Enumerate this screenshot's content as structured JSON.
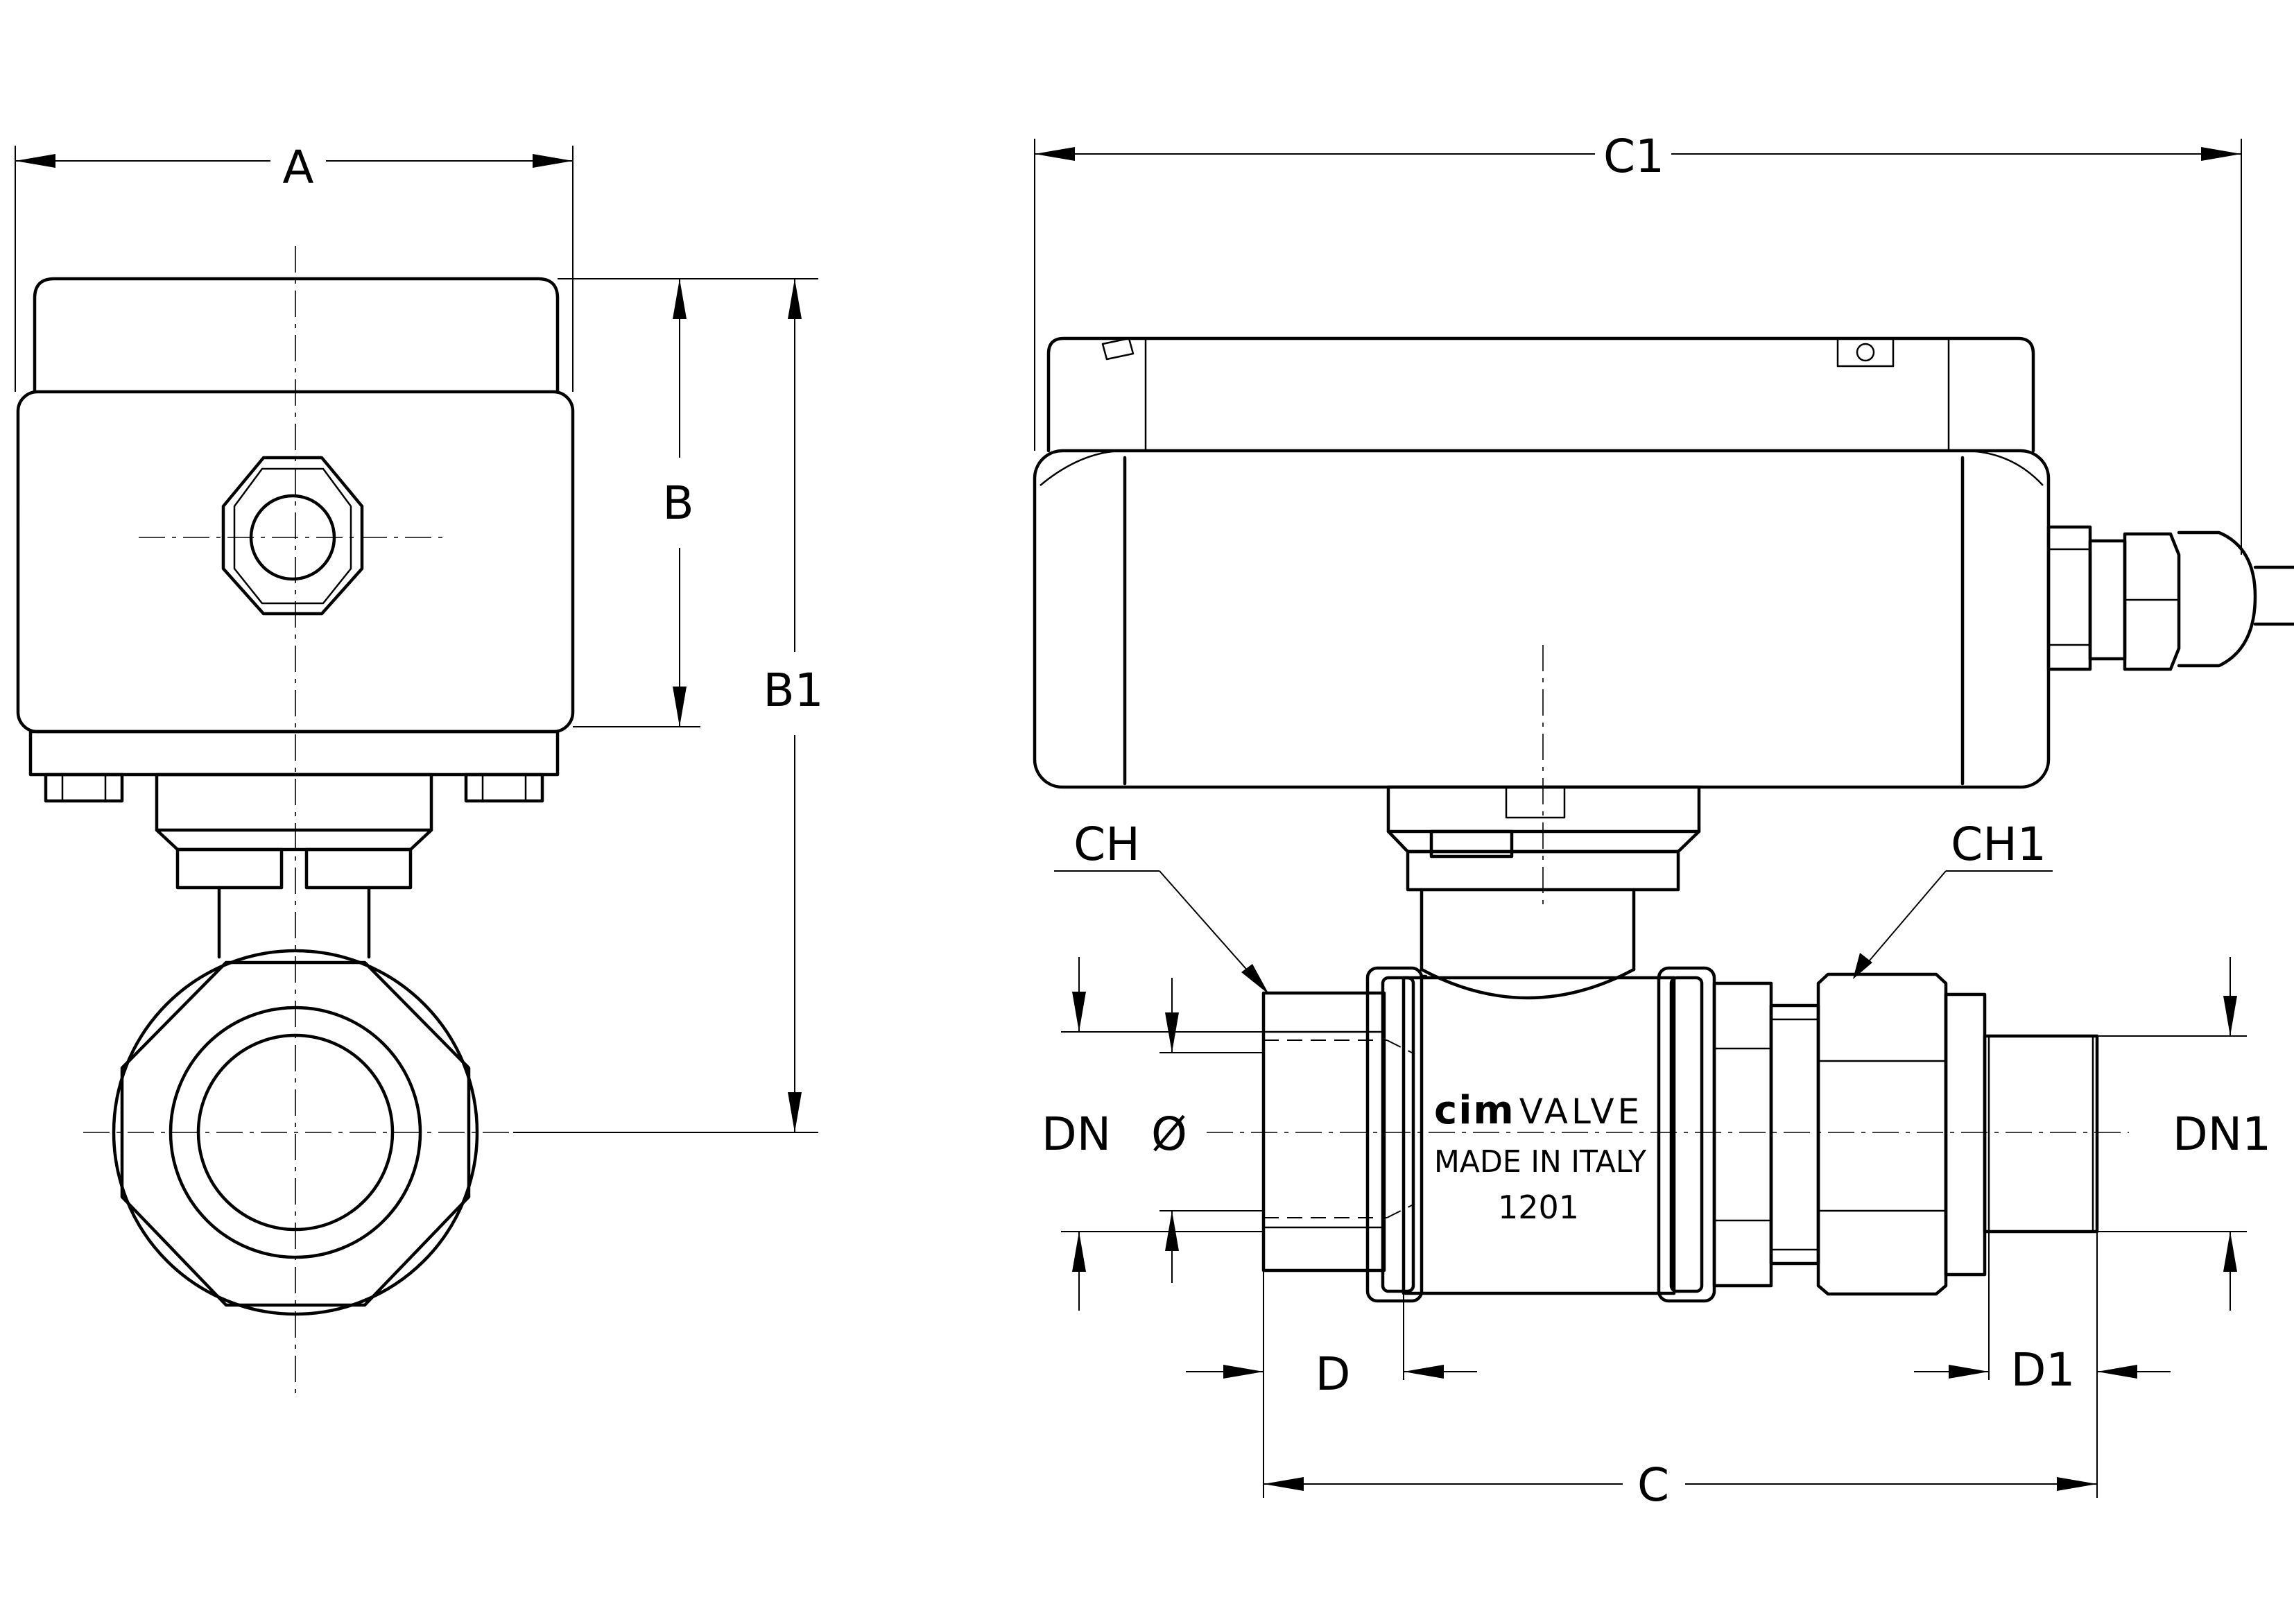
{
  "dimensions": {
    "A": "A",
    "B": "B",
    "B1": "B1",
    "C1": "C1",
    "CH": "CH",
    "CH1": "CH1",
    "DN": "DN",
    "phi": "Ø",
    "DN1": "DN1",
    "D": "D",
    "D1": "D1",
    "C": "C"
  },
  "body_marking": {
    "brand": "cim",
    "brand_suffix": "VALVE",
    "origin": "MADE IN ITALY",
    "code": "1201"
  }
}
